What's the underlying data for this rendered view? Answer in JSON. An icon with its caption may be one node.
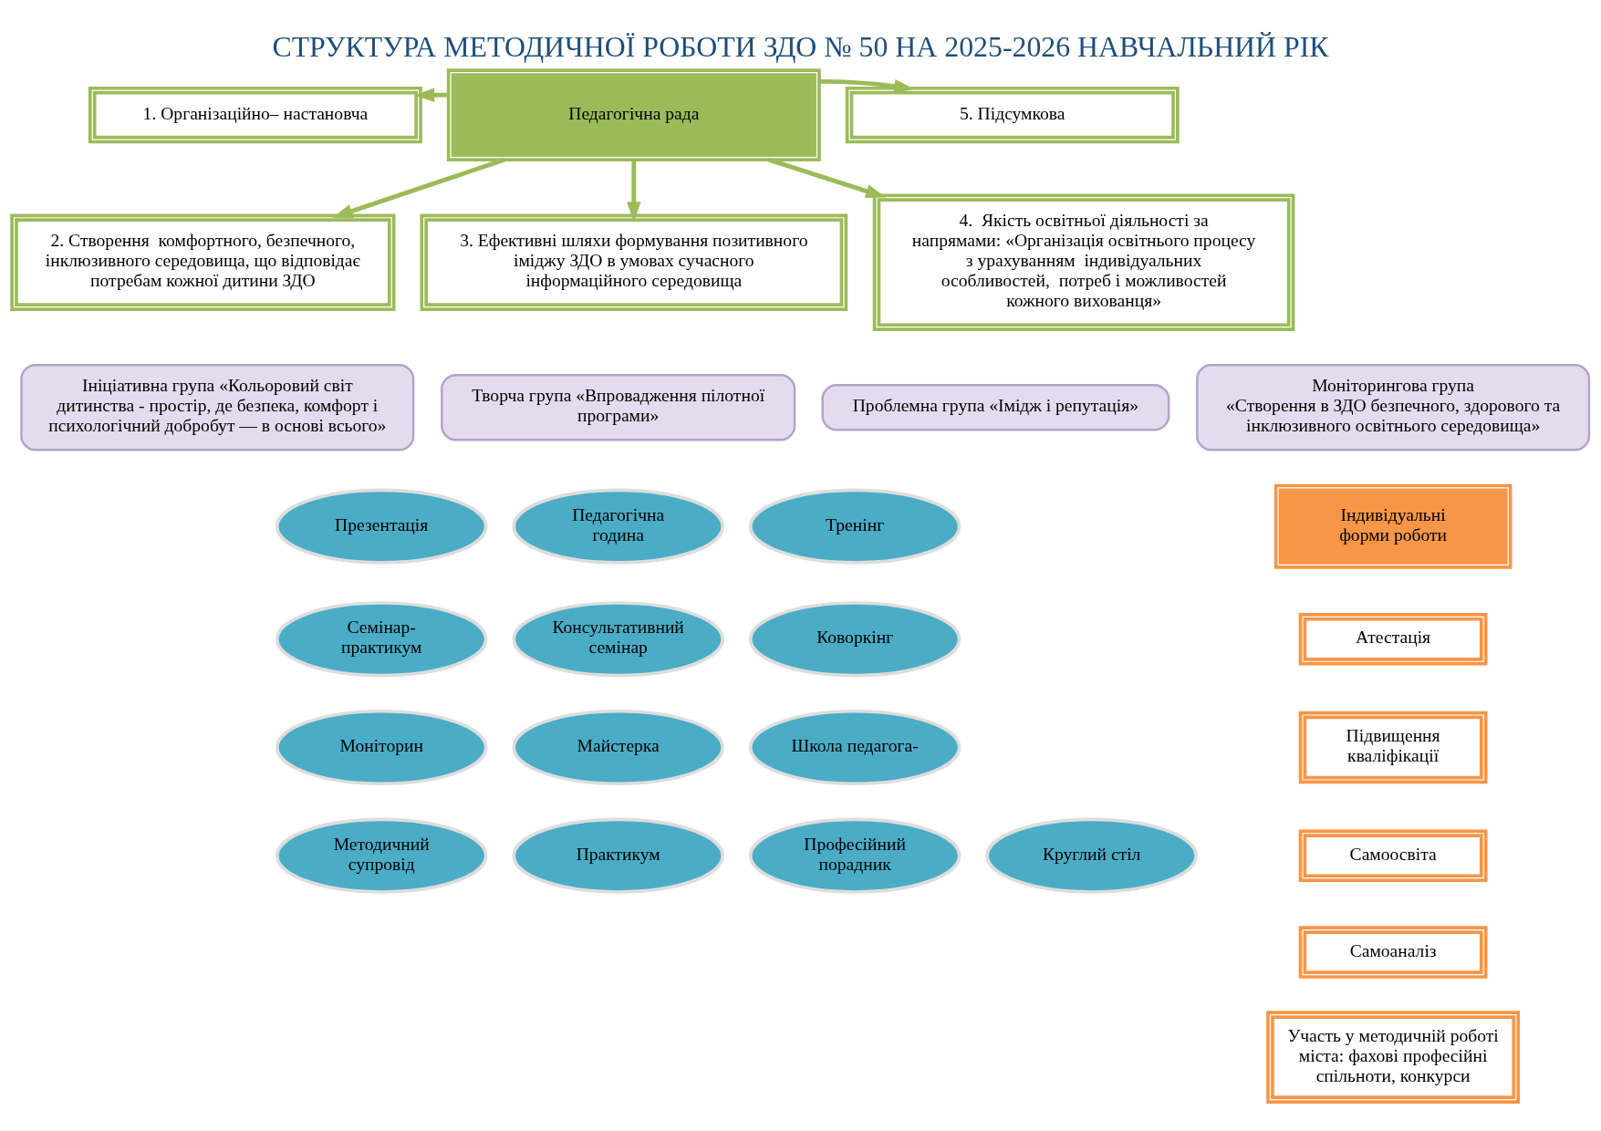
{
  "diagram": {
    "title": "СТРУКТУРА МЕТОДИЧНОЇ РОБОТИ ЗДО № 50 НА 2025-2026 НАВЧАЛЬНИЙ РІК",
    "nodes": [
      {
        "text": [
          "Педагогічна рада"
        ]
      },
      {
        "text": [
          "1. Організаційно– настановча"
        ]
      },
      {
        "text": [
          "5. Підсумкова"
        ]
      },
      {
        "text": [
          "2. Створення  комфортного, безпечного, інклюзивного середовища, що відповідає потребам кожної дитини ЗДО"
        ]
      },
      {
        "text": [
          "3. Ефективні шляхи формування позитивного іміджу ЗДО в умовах сучасного інформаційного середовища"
        ]
      },
      {
        "text": [
          "4.  Якість освітньої діяльності за напрямами: «Організація освітнього процесу з урахуванням  індивідуальних особливостей,  потреб і можливостей кожного вихованця»"
        ]
      },
      {
        "text": [
          "Ініціативна група «Кольоровий світ дитинства - простір, де безпека, комфорт і психологічний добробут — в основі всього»"
        ]
      },
      {
        "text": [
          "Творча група «Впровадження пілотної програми»"
        ]
      },
      {
        "text": [
          "Проблемна група «Імідж і репутація»"
        ]
      },
      {
        "text": [
          "Моніторингова група",
          "«Створення в ЗДО безпечного, здорового та інклюзивного освітнього середовища»"
        ]
      },
      {
        "text": [
          "Індивідуальні форми роботи"
        ]
      },
      {
        "text": [
          "Атестація"
        ]
      },
      {
        "text": [
          "Підвищення кваліфікації"
        ]
      },
      {
        "text": [
          "Самоосвіта"
        ]
      },
      {
        "text": [
          "Самоаналіз"
        ]
      },
      {
        "text": [
          "Участь у методичній роботі міста: фахові професійні спільноти, конкурси"
        ]
      },
      {
        "text": [
          "Педагогічна година"
        ]
      },
      {
        "text": [
          "Презентація"
        ]
      },
      {
        "text": [
          "Тренінг"
        ]
      },
      {
        "text": [
          "Консультативний семінар"
        ]
      },
      {
        "text": [
          "Семінар- практикум"
        ]
      },
      {
        "text": [
          "Коворкінг"
        ]
      },
      {
        "text": [
          "Майстерка"
        ]
      },
      {
        "text": [
          "Школа педагога-"
        ]
      },
      {
        "text": [
          "Моніторин"
        ]
      },
      {
        "text": [
          "Практикум"
        ]
      },
      {
        "text": [
          "Професійний порадник"
        ]
      },
      {
        "text": [
          "Методичний супровід"
        ]
      },
      {
        "text": [
          "Круглий стіл"
        ]
      }
    ],
    "edges": [
      {
        "from": 0,
        "to": 1,
        "arrow": "to"
      },
      {
        "from": 0,
        "to": 2,
        "arrow": "to"
      },
      {
        "from": 0,
        "to": 3,
        "arrow": "to"
      },
      {
        "from": 0,
        "to": 4,
        "arrow": "to"
      },
      {
        "from": 0,
        "to": 5,
        "arrow": "to"
      }
    ]
  }
}
